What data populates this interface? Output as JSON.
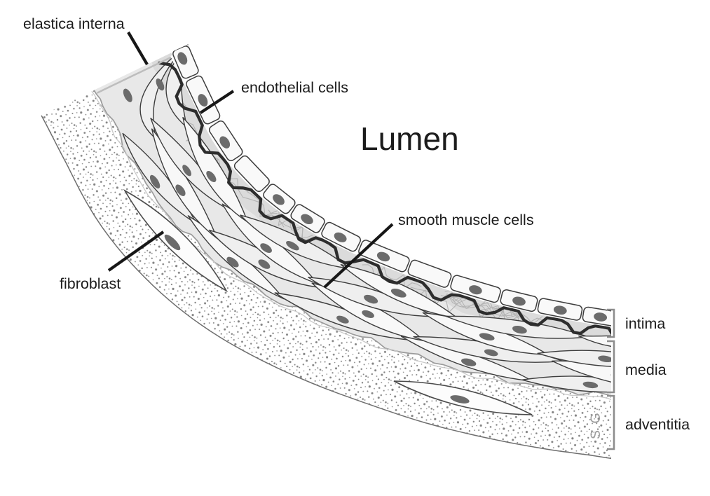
{
  "diagram": {
    "lumen_label": "Lumen",
    "callouts": {
      "elastica_interna": "elastica interna",
      "endothelial_cells": "endothelial cells",
      "smooth_muscle_cells": "smooth muscle cells",
      "fibroblast": "fibroblast"
    },
    "wall_layers": [
      {
        "label": "intima"
      },
      {
        "label": "media"
      },
      {
        "label": "adventitia"
      }
    ],
    "signature": "S.G.",
    "colors": {
      "ink": "#1c1c1c",
      "leader_line": "#171717",
      "cell_outline": "#3d3d3d",
      "nucleus": "#6b6b6b",
      "elastica": "#2d2d2d",
      "stipple": "#848484",
      "bracket": "#8d8d8d",
      "signature": "#9c9c9c",
      "media_background": "#e8e8e8",
      "intima_background": "#d9d9d9",
      "cell_fill": "#f8f8f8",
      "background": "#ffffff"
    }
  }
}
